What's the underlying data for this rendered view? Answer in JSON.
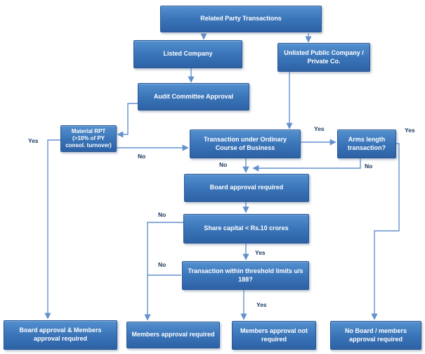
{
  "diagram_title": "Related Party Transactions",
  "colors": {
    "box_top": "#5390cf",
    "box_mid": "#3a74b8",
    "box_bottom": "#2d62a5",
    "box_border": "#2a5795",
    "box_text": "#ffffff",
    "connector": "#6391cd",
    "label": "#17375e",
    "background": "#ffffff"
  },
  "nodes": {
    "related_party": {
      "label": "Related Party Transactions"
    },
    "listed": {
      "label": "Listed Company"
    },
    "unlisted": {
      "label": "Unlisted Public Company / Private Co."
    },
    "audit": {
      "label": "Audit Committee Approval"
    },
    "material": {
      "label": "Material RPT (>10% of PY consol. turnover)"
    },
    "ordinary": {
      "label": "Transaction under Ordinary Course of Business"
    },
    "arms": {
      "label": "Arms length transaction?"
    },
    "board": {
      "label": "Board approval required"
    },
    "share": {
      "label": "Share capital < Rs.10 crores"
    },
    "threshold": {
      "label": "Transaction within threshold limits u/s 188?"
    },
    "board_members": {
      "label": "Board approval & Members approval required"
    },
    "members": {
      "label": "Members approval required"
    },
    "members_not": {
      "label": "Members approval not required"
    },
    "no_board": {
      "label": "No Board / members approval required"
    }
  },
  "edges": [
    {
      "from": "related_party",
      "to": "listed",
      "label": ""
    },
    {
      "from": "related_party",
      "to": "unlisted",
      "label": ""
    },
    {
      "from": "listed",
      "to": "audit",
      "label": ""
    },
    {
      "from": "unlisted",
      "to": "ordinary",
      "label": ""
    },
    {
      "from": "audit",
      "to": "material",
      "label": ""
    },
    {
      "from": "material",
      "to": "ordinary",
      "label": "No"
    },
    {
      "from": "material",
      "to": "board_members",
      "label": "Yes"
    },
    {
      "from": "ordinary",
      "to": "arms",
      "label": "Yes"
    },
    {
      "from": "ordinary",
      "to": "board",
      "label": "No"
    },
    {
      "from": "arms",
      "to": "board",
      "label": "No"
    },
    {
      "from": "arms",
      "to": "no_board",
      "label": "Yes"
    },
    {
      "from": "board",
      "to": "share",
      "label": ""
    },
    {
      "from": "share",
      "to": "threshold",
      "label": "Yes"
    },
    {
      "from": "share",
      "to": "members",
      "label": "No"
    },
    {
      "from": "threshold",
      "to": "members",
      "label": "No"
    },
    {
      "from": "threshold",
      "to": "members_not",
      "label": "Yes"
    }
  ]
}
